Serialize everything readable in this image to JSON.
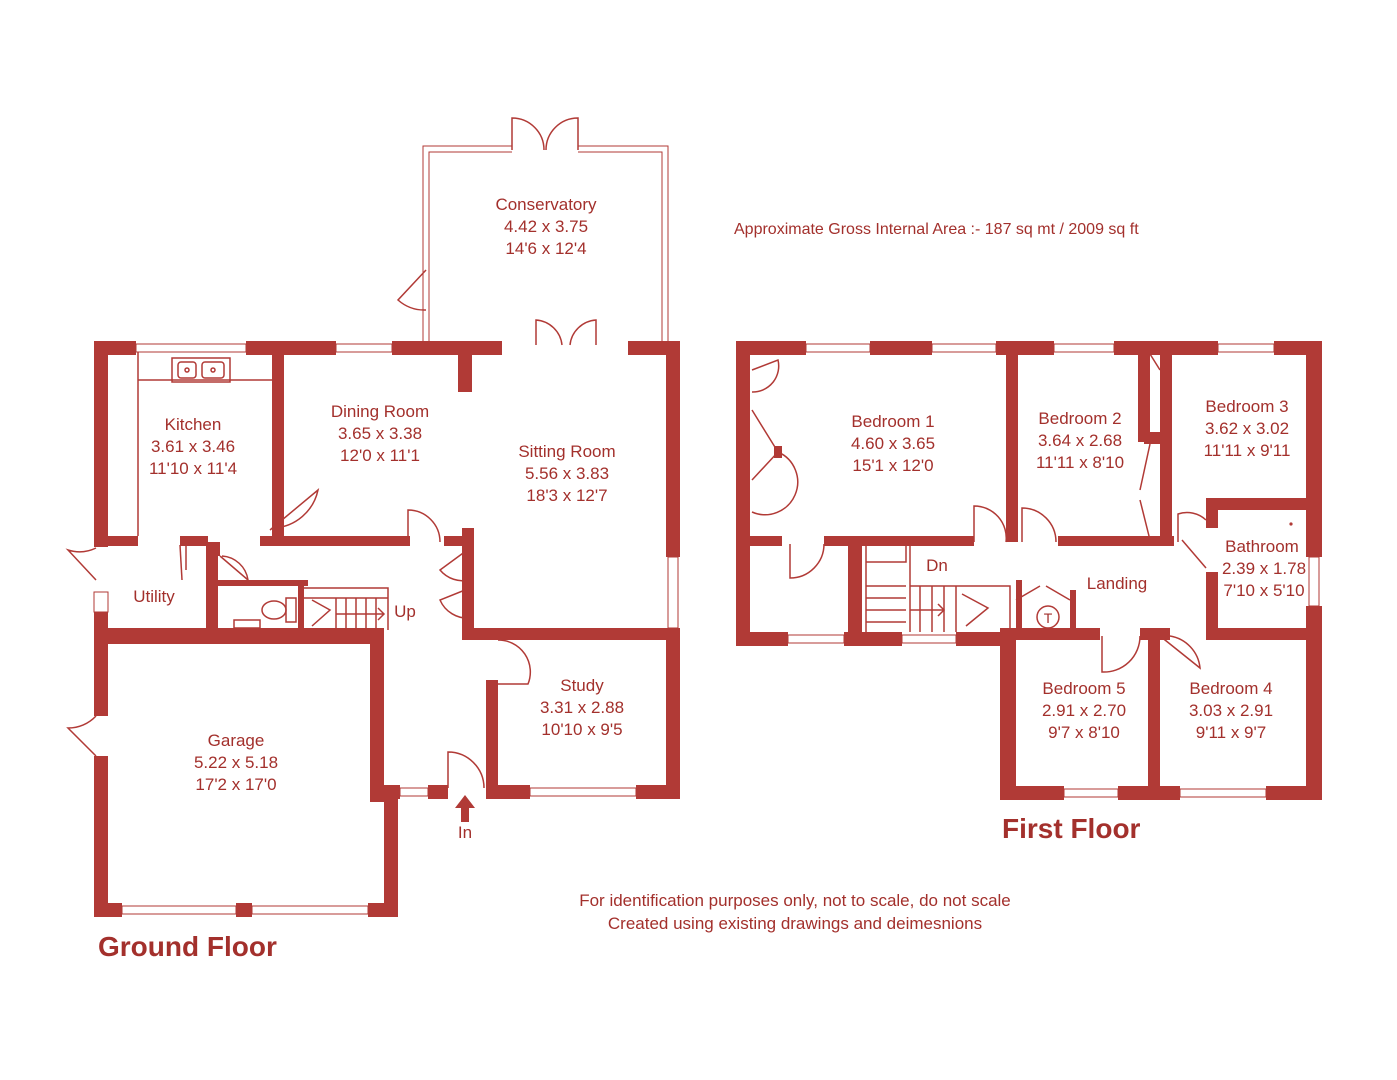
{
  "area_note": "Approximate Gross Internal Area  :-    187 sq mt  /  2009 sq ft",
  "disclaimer": {
    "line1": "For identification purposes only, not to scale, do not scale",
    "line2": "Created using existing drawings and deimesnions"
  },
  "floors": {
    "ground": "Ground Floor",
    "first": "First Floor"
  },
  "rooms": {
    "conservatory": {
      "name": "Conservatory",
      "metric": "4.42 x 3.75",
      "imperial": "14'6 x 12'4"
    },
    "kitchen": {
      "name": "Kitchen",
      "metric": "3.61 x 3.46",
      "imperial": "11'10 x 11'4"
    },
    "dining": {
      "name": "Dining Room",
      "metric": "3.65 x 3.38",
      "imperial": "12'0 x 11'1"
    },
    "sitting": {
      "name": "Sitting Room",
      "metric": "5.56 x 3.83",
      "imperial": "18'3 x 12'7"
    },
    "utility": {
      "name": "Utility"
    },
    "study": {
      "name": "Study",
      "metric": "3.31 x 2.88",
      "imperial": "10'10 x 9'5"
    },
    "garage": {
      "name": "Garage",
      "metric": "5.22 x 5.18",
      "imperial": "17'2 x 17'0"
    },
    "bed1": {
      "name": "Bedroom 1",
      "metric": "4.60 x 3.65",
      "imperial": "15'1 x 12'0"
    },
    "bed2": {
      "name": "Bedroom 2",
      "metric": "3.64 x 2.68",
      "imperial": "11'11 x 8'10"
    },
    "bed3": {
      "name": "Bedroom 3",
      "metric": "3.62 x 3.02",
      "imperial": "11'11 x 9'11"
    },
    "bathroom": {
      "name": "Bathroom",
      "metric": "2.39 x 1.78",
      "imperial": "7'10 x 5'10"
    },
    "landing": {
      "name": "Landing"
    },
    "bed5": {
      "name": "Bedroom 5",
      "metric": "2.91 x 2.70",
      "imperial": "9'7 x 8'10"
    },
    "bed4": {
      "name": "Bedroom 4",
      "metric": "3.03 x 2.91",
      "imperial": "9'11 x 9'7"
    }
  },
  "markers": {
    "up": "Up",
    "down": "Dn",
    "entrance": "In",
    "tank": "T"
  },
  "colors": {
    "wall": "#b13a36",
    "text": "#a3302c"
  }
}
